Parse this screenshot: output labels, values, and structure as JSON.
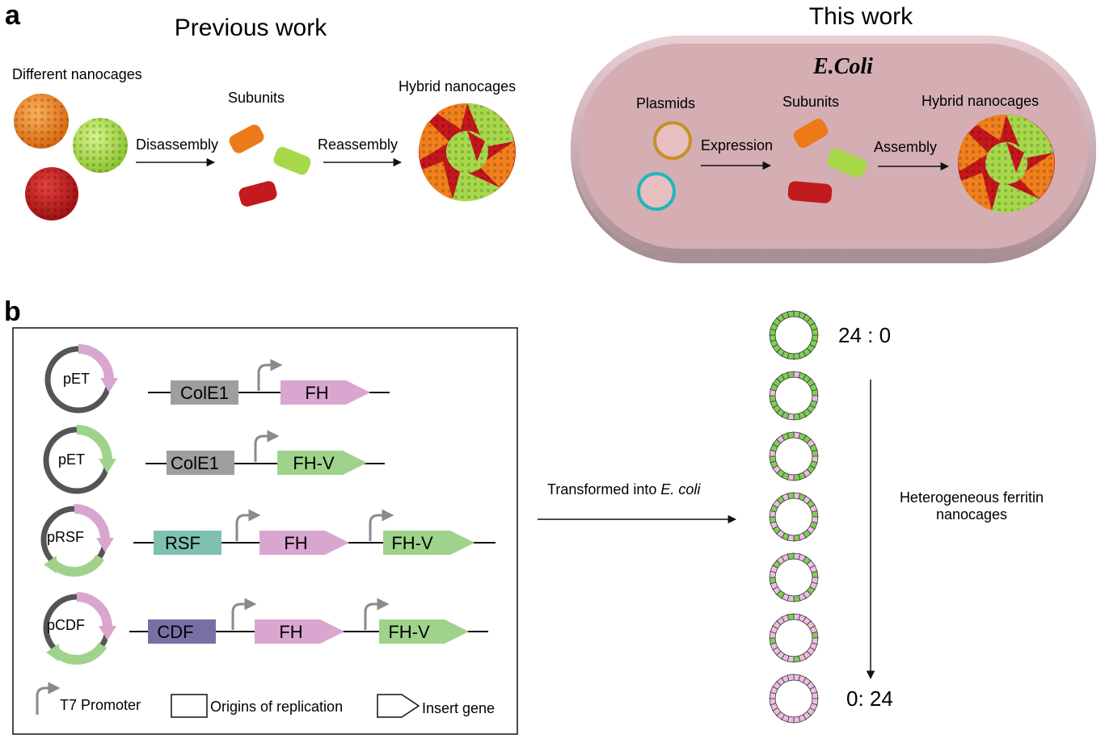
{
  "panel_a": {
    "letter": "a",
    "previous_title": "Previous work",
    "this_title": "This work",
    "different_label": "Different nanocages",
    "subunits_label": "Subunits",
    "hybrid_label": "Hybrid  nanocages",
    "disassembly_label": "Disassembly",
    "reassembly_label": "Reassembly",
    "cell_title": "E.Coli",
    "plasmids_label": "Plasmids",
    "cell_subunits_label": "Subunits",
    "cell_hybrid_label": "Hybrid  nanocages",
    "expression_label": "Expression",
    "assembly_label": "Assembly"
  },
  "panel_b": {
    "letter": "b",
    "constructs": [
      {
        "plasmid": "pET",
        "ori": "ColE1",
        "genes": [
          "FH"
        ]
      },
      {
        "plasmid": "pET",
        "ori": "ColE1",
        "genes": [
          "FH-V"
        ]
      },
      {
        "plasmid": "pRSF",
        "ori": "RSF",
        "genes": [
          "FH",
          "FH-V"
        ]
      },
      {
        "plasmid": "pCDF",
        "ori": "CDF",
        "genes": [
          "FH",
          "FH-V"
        ]
      }
    ],
    "legend": {
      "promoter": "T7 Promoter",
      "ori": "Origins of replication",
      "insert": "Insert gene"
    },
    "transform_prefix": "Transformed into ",
    "transform_species": "E. coli",
    "ratio_top": "24 : 0",
    "ratio_bottom": "0: 24",
    "hetero_line1": "Heterogeneous ferritin",
    "hetero_line2": "nanocages"
  },
  "colors": {
    "orange": "#f07f1c",
    "green": "#a6d94a",
    "red": "#c4171c",
    "cell_fill": "#d4aeb3",
    "pink_gene": "#d8a6cf",
    "green_gene": "#9fd38b",
    "colE1": "#9e9e9e",
    "rsf": "#7ec1b1",
    "cdf": "#7a6fa5",
    "ring_green": "#7fcf55",
    "ring_pink": "#eebde2",
    "plasmid_gold": "#c6902a",
    "plasmid_teal": "#1fb6b8"
  },
  "rings": [
    {
      "green": 24,
      "pink": 0
    },
    {
      "green": 20,
      "pink": 4
    },
    {
      "green": 16,
      "pink": 8
    },
    {
      "green": 12,
      "pink": 12
    },
    {
      "green": 8,
      "pink": 16
    },
    {
      "green": 4,
      "pink": 20
    },
    {
      "green": 0,
      "pink": 24
    }
  ],
  "icons": [
    "t7-promoter-icon",
    "plasmid-icon",
    "nanocage-icon",
    "arrow-icon"
  ]
}
